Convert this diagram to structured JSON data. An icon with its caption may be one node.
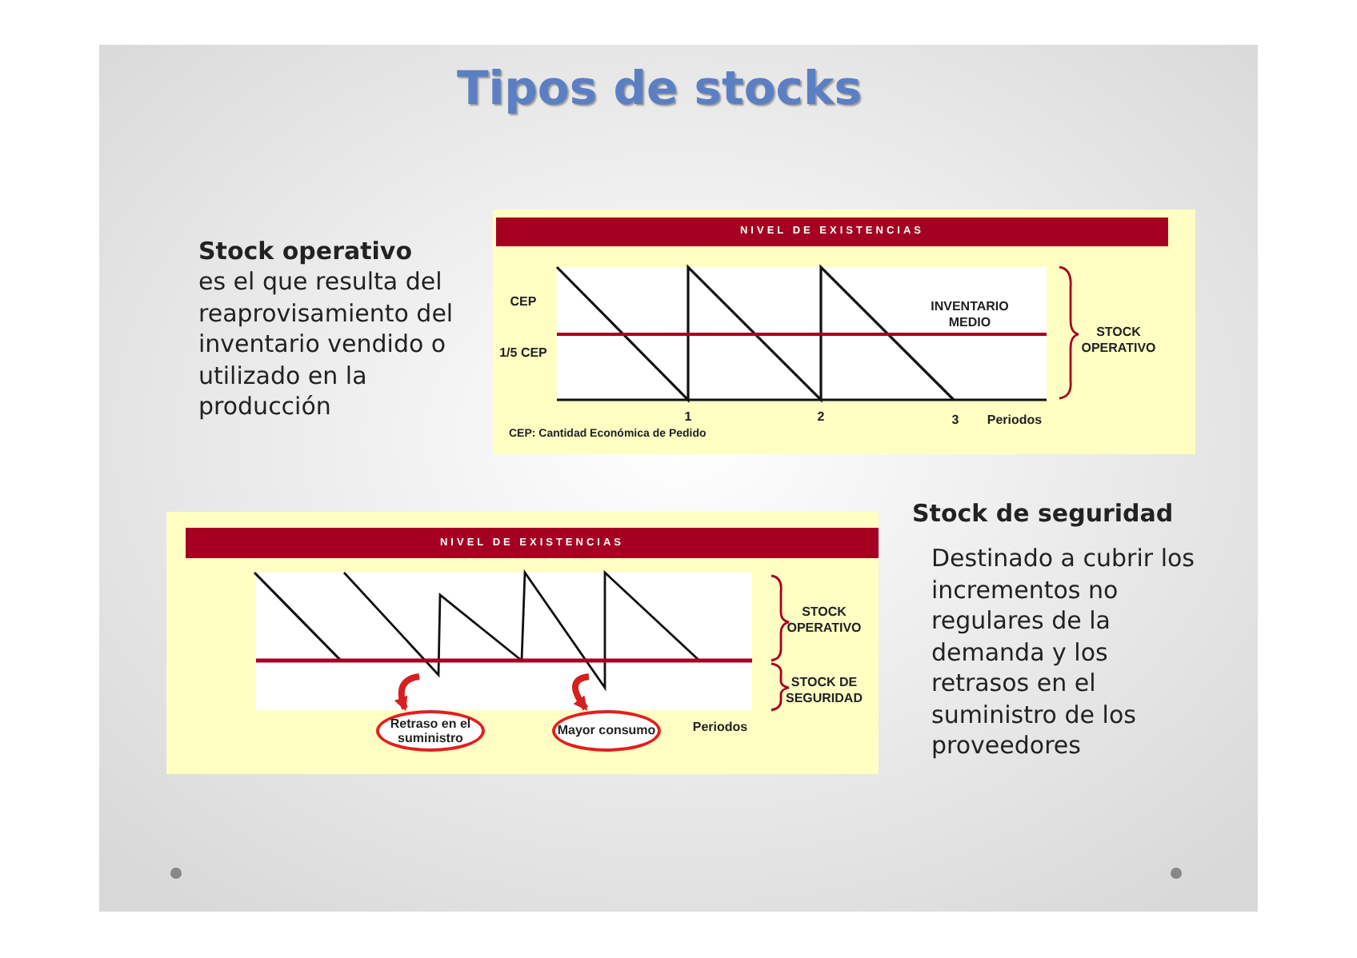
{
  "diagram": {
    "title": "Tipos de stocks",
    "nodes": [
      {
        "text": [
          "Retraso en el suministro"
        ]
      },
      {
        "text": [
          "Mayor consumo"
        ]
      }
    ],
    "edges": [
      {
        "from": null,
        "to": 0,
        "arrow": "to",
        "color": "#d42020"
      },
      {
        "from": null,
        "to": 1,
        "arrow": "to",
        "color": "#d42020"
      }
    ],
    "labels": [
      "Stock operativo",
      "es el que resulta del reaprovisamiento del inventario vendido o utilizado en la producción",
      "NIVEL DE EXISTENCIAS",
      "CEP",
      "1/5 CEP",
      "INVENTARIO MEDIO",
      "STOCK OPERATIVO",
      "1",
      "2",
      "3",
      "Periodos",
      "CEP: Cantidad Económica de Pedido",
      "Stock de seguridad",
      "NIVEL DE EXISTENCIAS",
      "Destinado a cubrir los incrementos no regulares de la demanda y los retrasos en el suministro de los proveedores",
      "STOCK OPERATIVO",
      "STOCK DE SEGURIDAD",
      "Periodos"
    ]
  }
}
